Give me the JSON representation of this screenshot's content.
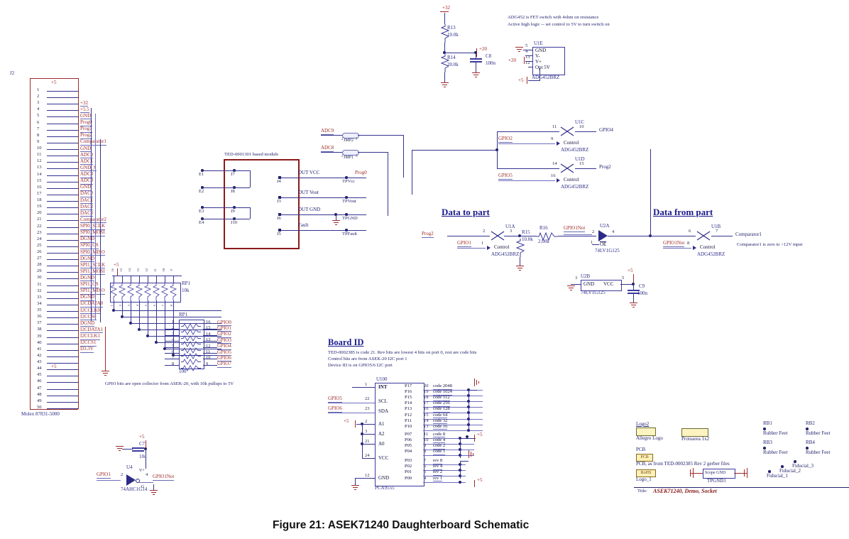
{
  "figure": {
    "caption": "Figure 21: ASEK71240 Daughterboard Schematic"
  },
  "notes": {
    "adg452": "ADG452 is FET switch with 4ohm on resistance",
    "adg452_2": "Active high logic -- set control to 5V to turn switch on",
    "gpio_note": "GPIO bits are open collector from ASEK-20, with 10k pullups to 5V",
    "comparator_note": "Comparator1 is zero to >12V input",
    "module_label": "TED-0001301 based module"
  },
  "headers": {
    "data_to_part": "Data to part",
    "data_from_part": "Data from part",
    "board_id": "Board ID"
  },
  "board_id": {
    "line1": "TED-0002385 is code 21.  Rev bits are lowest 4 bits on port 0, rest are code bits",
    "line2": "Control bits are from ASEK-20 I2C port 1",
    "line3": "Device ID is on GPIO5/6 I2C port"
  },
  "connector": {
    "ref": "J2",
    "part": "Molex 87831-5000",
    "pins": [
      {
        "n": "1",
        "label": ""
      },
      {
        "n": "2",
        "label": ""
      },
      {
        "n": "3",
        "label": "+32"
      },
      {
        "n": "4",
        "label": "+5.5"
      },
      {
        "n": "5",
        "label": "GND"
      },
      {
        "n": "6",
        "label": "Prog0"
      },
      {
        "n": "7",
        "label": "Prog1"
      },
      {
        "n": "8",
        "label": "Prog2"
      },
      {
        "n": "9",
        "label": "Comparator1"
      },
      {
        "n": "10",
        "label": "GND"
      },
      {
        "n": "11",
        "label": "ADC0"
      },
      {
        "n": "12",
        "label": "ADC1"
      },
      {
        "n": "13",
        "label": "GND_S"
      },
      {
        "n": "14",
        "label": "ADC8"
      },
      {
        "n": "15",
        "label": "ADC9"
      },
      {
        "n": "16",
        "label": "GND"
      },
      {
        "n": "17",
        "label": "DAC0"
      },
      {
        "n": "18",
        "label": "DAC1"
      },
      {
        "n": "19",
        "label": "DAC2"
      },
      {
        "n": "20",
        "label": "DAC3"
      },
      {
        "n": "21",
        "label": "Comparator2"
      },
      {
        "n": "22",
        "label": "SPI0_SCLK"
      },
      {
        "n": "23",
        "label": "SPI0_MOSI"
      },
      {
        "n": "24",
        "label": "DGND"
      },
      {
        "n": "25",
        "label": "SPI0_CS"
      },
      {
        "n": "26",
        "label": "SPI0_MISO"
      },
      {
        "n": "27",
        "label": "DGND"
      },
      {
        "n": "28",
        "label": "SPI1_SCLK"
      },
      {
        "n": "29",
        "label": "SPI1_MOSI"
      },
      {
        "n": "30",
        "label": "DGND"
      },
      {
        "n": "31",
        "label": "SPI1_CS"
      },
      {
        "n": "32",
        "label": "SPI1_MISO"
      },
      {
        "n": "33",
        "label": "DGND"
      },
      {
        "n": "34",
        "label": "I2CDATA0"
      },
      {
        "n": "35",
        "label": "I2CCLK0"
      },
      {
        "n": "36",
        "label": "I2CCS0"
      },
      {
        "n": "37",
        "label": "DGND"
      },
      {
        "n": "38",
        "label": "I2CDATA1"
      },
      {
        "n": "39",
        "label": "I2CCLK1"
      },
      {
        "n": "40",
        "label": "I2CCS1"
      },
      {
        "n": "41",
        "label": "D3.3V"
      },
      {
        "n": "42",
        "label": ""
      },
      {
        "n": "43",
        "label": ""
      },
      {
        "n": "44",
        "label": ""
      },
      {
        "n": "45",
        "label": ""
      },
      {
        "n": "46",
        "label": ""
      },
      {
        "n": "47",
        "label": ""
      },
      {
        "n": "48",
        "label": ""
      },
      {
        "n": "49",
        "label": ""
      },
      {
        "n": "50",
        "label": ""
      }
    ],
    "rail_top": "+5",
    "rail_bottom": "+5"
  },
  "rp1_pullup": {
    "ref": "RP1",
    "value": "10k",
    "rail": "+5"
  },
  "rp1_series": {
    "ref": "RP1",
    "value": "100",
    "rows": [
      {
        "left": "1",
        "right": "16",
        "net": "GPIO0"
      },
      {
        "left": "2",
        "right": "15",
        "net": "GPIO1"
      },
      {
        "left": "3",
        "right": "14",
        "net": "GPIO2"
      },
      {
        "left": "4",
        "right": "13",
        "net": "GPIO3"
      },
      {
        "left": "5",
        "right": "12",
        "net": "GPIO4"
      },
      {
        "left": "6",
        "right": "11",
        "net": "GPIO5"
      },
      {
        "left": "7",
        "right": "10",
        "net": "GPIO6"
      },
      {
        "left": "8",
        "right": "9",
        "net": "GPIO7"
      }
    ]
  },
  "module": {
    "title": "TED-0001301 based module",
    "left_pads": [
      {
        "e": "E1",
        "j": "J7"
      },
      {
        "e": "E2",
        "j": "J8"
      },
      {
        "e": "E3",
        "j": "J9"
      },
      {
        "e": "E4",
        "j": "J10"
      }
    ],
    "right_pins": [
      {
        "ref": "J4",
        "net": "DUT VCC",
        "tp": "TPVcc"
      },
      {
        "ref": "J3",
        "net": "DUT Vout",
        "tp": "TPVout"
      },
      {
        "ref": "J6",
        "net": "DUT GND",
        "tp": "TPGND"
      },
      {
        "ref": "J5",
        "net": "Fault",
        "tp": "TPFault"
      }
    ]
  },
  "jumpers": [
    {
      "ref": "JMP2",
      "net": "ADC9",
      "p1": "2",
      "p2": "3"
    },
    {
      "ref": "JMP1",
      "net": "ADC8",
      "p1": "2",
      "p2": "3"
    }
  ],
  "prog0_net": "Prog0",
  "divider": {
    "rail": "+32",
    "r13": {
      "ref": "R13",
      "value": "10.0k"
    },
    "r14": {
      "ref": "R14",
      "value": "20.0k"
    },
    "c8": {
      "ref": "C8",
      "value": "100n"
    },
    "tap": "+20"
  },
  "u1e": {
    "ref": "U1E",
    "part": "ADG452BRZ",
    "pins": [
      {
        "n": "5",
        "name": "GND"
      },
      {
        "n": "4",
        "name": "V-"
      },
      {
        "n": "13",
        "name": "V+"
      },
      {
        "n": "12",
        "name": "Opt 5V"
      }
    ],
    "rail_v": "+20",
    "rail_5": "+5"
  },
  "u1c": {
    "ref": "U1C",
    "part": "ADG452BRZ",
    "in_pin": "11",
    "out_pin": "10",
    "ctrl_pin": "9",
    "ctrl_net": "GPIO2",
    "out_net": "GPIO4",
    "ctrl_label": "Control"
  },
  "u1d": {
    "ref": "U1D",
    "part": "ADG452BRZ",
    "in_pin": "14",
    "out_pin": "15",
    "ctrl_pin": "16",
    "ctrl_net": "GPIO5",
    "out_net": "Prog2",
    "ctrl_label": "Control"
  },
  "u1a": {
    "ref": "U1A",
    "part": "ADG452BRZ",
    "in_pin": "2",
    "out_pin": "3",
    "ctrl_pin": "1",
    "ctrl_net": "GPIO1",
    "in_net": "Prog2",
    "ctrl_label": "Control"
  },
  "u1b": {
    "ref": "U1B",
    "part": "ADG452BRZ",
    "in_pin": "6",
    "out_pin": "7",
    "ctrl_pin": "8",
    "ctrl_net": "GPIO1Not",
    "out_net": "Comparator1",
    "ctrl_label": "Control"
  },
  "r15": {
    "ref": "R15",
    "value": "10.0k"
  },
  "r16": {
    "ref": "R16",
    "value": "2.00k"
  },
  "u2a": {
    "ref": "U2A",
    "part": "74LV1G125",
    "in_pin": "2",
    "out_pin": "4",
    "oe_pin": "1",
    "oe_label": "OE",
    "oe_net": "GPIO1Not"
  },
  "u2b": {
    "ref": "U2B",
    "part": "74LV1G125",
    "gnd_pin": "3",
    "vcc_pin": "5",
    "gnd": "GND",
    "vcc": "VCC",
    "rail": "+5"
  },
  "c9": {
    "ref": "C9",
    "value": "100n"
  },
  "c7": {
    "ref": "C7",
    "value": "10u"
  },
  "u4": {
    "ref": "U4",
    "part": "74AHC1G14",
    "in_pin": "2",
    "out_pin": "4",
    "in_net": "GPIO1",
    "out_net": "GPIO1Not",
    "vplus": "V+",
    "gnd": "G",
    "rail": "+5"
  },
  "u100": {
    "ref": "U100",
    "part": "PCA9555",
    "left_pins": [
      {
        "n": "1",
        "name": "INT",
        "net": ""
      },
      {
        "n": "22",
        "name": "SCL",
        "net": "GPIO5"
      },
      {
        "n": "23",
        "name": "SDA",
        "net": "GPIO6"
      },
      {
        "n": "2",
        "name": "A1",
        "net": ""
      },
      {
        "n": "3",
        "name": "A2",
        "net": ""
      },
      {
        "n": "21",
        "name": "A0",
        "net": ""
      },
      {
        "n": "24",
        "name": "VCC",
        "net": ""
      },
      {
        "n": "12",
        "name": "GND",
        "net": ""
      }
    ],
    "addr_rail": "+5",
    "right_pins": [
      {
        "port": "P17",
        "n": "20",
        "code": "code 2048"
      },
      {
        "port": "P16",
        "n": "19",
        "code": "code 1024"
      },
      {
        "port": "P15",
        "n": "18",
        "code": "code 512"
      },
      {
        "port": "P14",
        "n": "17",
        "code": "code 256"
      },
      {
        "port": "P13",
        "n": "16",
        "code": "code 128"
      },
      {
        "port": "P12",
        "n": "15",
        "code": "code 64"
      },
      {
        "port": "P11",
        "n": "14",
        "code": "code 32"
      },
      {
        "port": "P10",
        "n": "13",
        "code": "code 16"
      },
      {
        "port": "P07",
        "n": "11",
        "code": "code 8"
      },
      {
        "port": "P06",
        "n": "10",
        "code": "code 4"
      },
      {
        "port": "P05",
        "n": "9",
        "code": "code 2"
      },
      {
        "port": "P04",
        "n": "8",
        "code": "code 1"
      },
      {
        "port": "P03",
        "n": "7",
        "code": "rev 8"
      },
      {
        "port": "P02",
        "n": "6",
        "code": "rev 4"
      },
      {
        "port": "P01",
        "n": "5",
        "code": "rev 2"
      },
      {
        "port": "P00",
        "n": "4",
        "code": "rev 1"
      }
    ],
    "rail_hi1": "+5",
    "rail_hi2": "+5"
  },
  "mech": {
    "logo2": {
      "ref": "Logo2",
      "label": "Allegro Logo"
    },
    "protoarea": {
      "label": "Protoarea 1x2"
    },
    "pcb": {
      "ref": "PCB",
      "tag": "PCB",
      "label": "PCB, as from TED-0002385 Rev 2 gerber files"
    },
    "rohs": {
      "tag": "RoHS",
      "ref": "Logo_1"
    },
    "scope_gnd": {
      "box": "Scope GND",
      "ref": "TPGND1"
    },
    "feet": [
      {
        "ref": "RB1",
        "label": "Rubber Feet"
      },
      {
        "ref": "RB2",
        "label": "Rubber Feet"
      },
      {
        "ref": "RB3",
        "label": "Rubber Feet"
      },
      {
        "ref": "RB4",
        "label": "Rubber Feet"
      }
    ],
    "fiducials": [
      {
        "ref": "Fiducial_1"
      },
      {
        "ref": "Fiducial_2"
      },
      {
        "ref": "Fiducial_3"
      }
    ],
    "title_field": {
      "label": "Title:",
      "value": "ASEK71240, Demo, Socket"
    }
  }
}
